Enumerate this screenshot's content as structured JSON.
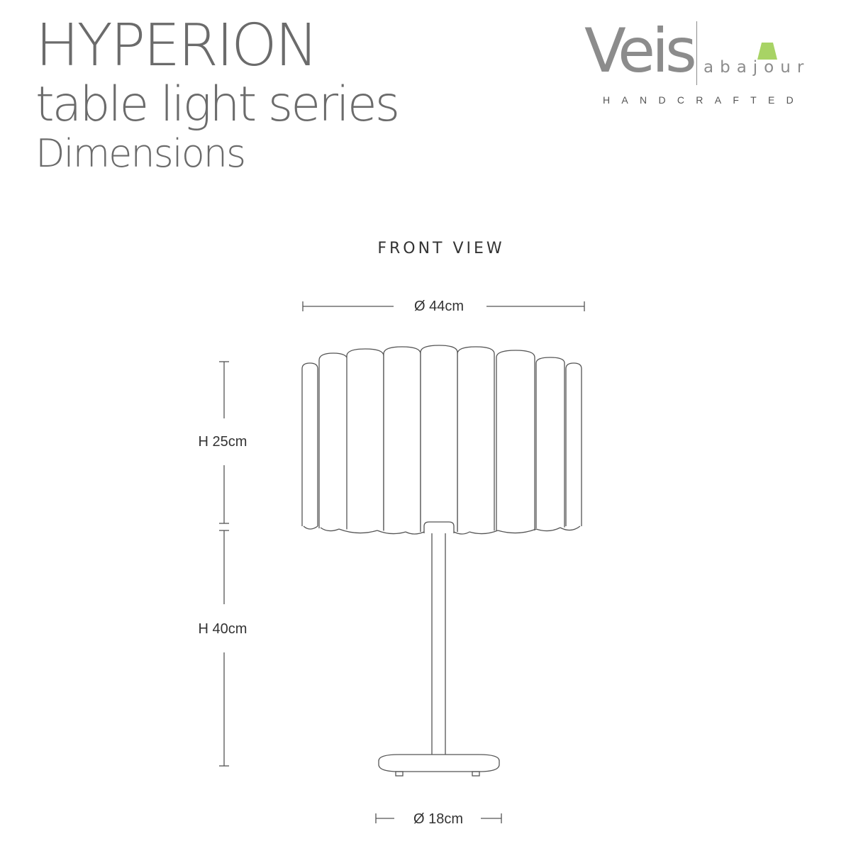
{
  "header": {
    "title_line1": "HYPERION",
    "title_line2": "table light series",
    "title_line3": "Dimensions"
  },
  "brand": {
    "name": "Veis",
    "sub": "abajour",
    "tagline": "HANDCRAFTED",
    "accent_color": "#a8d365",
    "text_color": "#8c8c8c"
  },
  "drawing": {
    "view_label": "FRONT VIEW",
    "shade_diameter": "Ø 44cm",
    "shade_height": "H 25cm",
    "stem_height": "H 40cm",
    "base_diameter": "Ø 18cm"
  }
}
